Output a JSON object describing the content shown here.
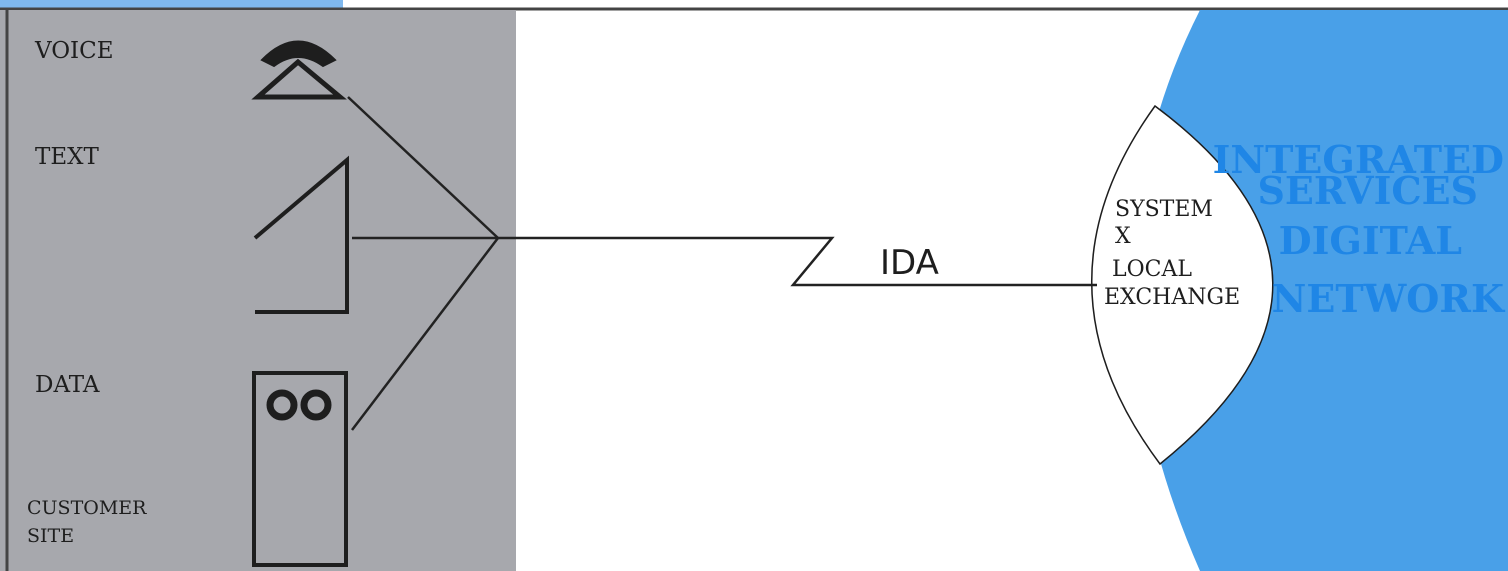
{
  "colors": {
    "customer_panel": "#a7a8ad",
    "network_blue": "#49a0e8",
    "isdn_text": "#1f86e6",
    "top_tab": "#7fb8ee",
    "line": "#222222",
    "background": "#ffffff"
  },
  "customer_site": {
    "labels": {
      "voice": "VOICE",
      "text": "TEXT",
      "data": "DATA",
      "site_line1": "CUSTOMER",
      "site_line2": "SITE"
    },
    "icons": {
      "voice": "telephone-icon",
      "text": "teleprinter-icon",
      "data": "data-terminal-icon"
    }
  },
  "link": {
    "label": "IDA"
  },
  "exchange": {
    "lines": [
      "SYSTEM",
      "X",
      "LOCAL",
      "EXCHANGE"
    ]
  },
  "network": {
    "lines": [
      "INTEGRATED",
      "SERVICES",
      "DIGITAL",
      "NETWORK"
    ]
  }
}
